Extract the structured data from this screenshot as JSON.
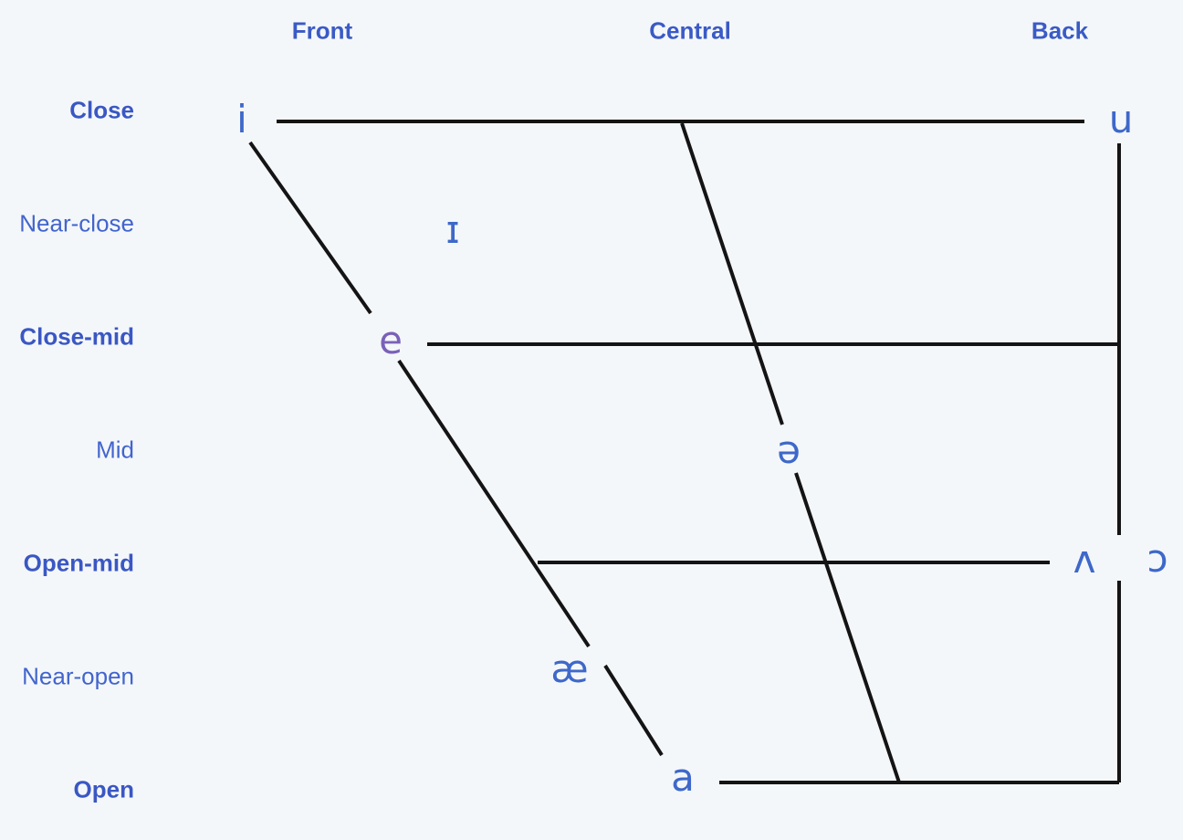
{
  "page": {
    "title": "Vowel chart",
    "background": "#f4f7fa"
  },
  "colors": {
    "label_blue_bold": "#3a57c3",
    "label_blue_regular": "#4265cd",
    "vowel_blue": "#3e68c9",
    "vowel_highlight_purple": "#7a61b8",
    "line_color": "#141414"
  },
  "column_headers": [
    {
      "label": "Front"
    },
    {
      "label": "Central"
    },
    {
      "label": "Back"
    }
  ],
  "row_labels": [
    {
      "label": "Close",
      "bold": true
    },
    {
      "label": "Near-close",
      "bold": false
    },
    {
      "label": "Close-mid",
      "bold": true
    },
    {
      "label": "Mid",
      "bold": false
    },
    {
      "label": "Open-mid",
      "bold": true
    },
    {
      "label": "Near-open",
      "bold": false
    },
    {
      "label": "Open",
      "bold": true
    }
  ],
  "vowels": [
    {
      "symbol": "i",
      "column": "Front",
      "row": "Close",
      "color": "#3e68c9"
    },
    {
      "symbol": "u",
      "column": "Back",
      "row": "Close",
      "color": "#3e68c9"
    },
    {
      "symbol": "ɪ",
      "column": "Front",
      "row": "Near-close",
      "color": "#3e68c9"
    },
    {
      "symbol": "e",
      "column": "Front",
      "row": "Close-mid",
      "color": "#7a61b8"
    },
    {
      "symbol": "ə",
      "column": "Central",
      "row": "Mid",
      "color": "#3e68c9"
    },
    {
      "symbol": "ʌ",
      "column": "Back",
      "row": "Open-mid",
      "color": "#3e68c9"
    },
    {
      "symbol": "ɔ",
      "column": "Back",
      "row": "Open-mid",
      "color": "#3e68c9"
    },
    {
      "symbol": "æ",
      "column": "Front",
      "row": "Near-open",
      "color": "#3e68c9"
    },
    {
      "symbol": "a",
      "column": "Front",
      "row": "Open",
      "color": "#3e68c9"
    }
  ]
}
